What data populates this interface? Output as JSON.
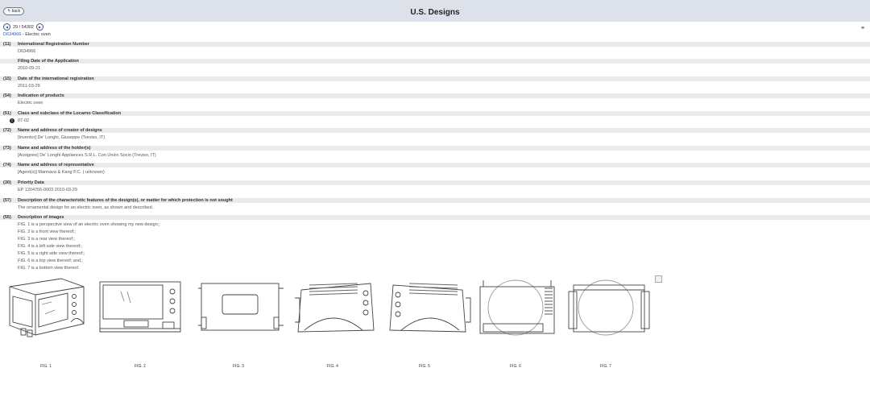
{
  "header": {
    "back_label": "back",
    "title": "U.S. Designs"
  },
  "pager": {
    "text": "29 / 54302"
  },
  "breadcrumb": {
    "design_id": "D634966",
    "suffix": " - Electric oven"
  },
  "sections": [
    {
      "num": "(11)",
      "label": "International Registration Number",
      "value": "D634966"
    },
    {
      "num": "",
      "label": "Filing Date of the Application",
      "value": "2010-09-21"
    },
    {
      "num": "(15)",
      "label": "Date of the international registration",
      "value": "2011-03-29"
    },
    {
      "num": "(54)",
      "label": "Indication of products",
      "value": "Electric oven"
    },
    {
      "num": "(51)",
      "label": "Class and subclass of the Locarno Classification",
      "value": "07-02"
    },
    {
      "num": "(72)",
      "label": "Name and address of creator of designs",
      "value": "[Inventor] De' Longhi, Giuseppe (Treviso, IT)"
    },
    {
      "num": "(73)",
      "label": "Name and address of the holder(s)",
      "value": "[Assignee] De' Longhi Appliances S.R.L. Con Unico Socio (Treviso, IT)"
    },
    {
      "num": "(74)",
      "label": "Name and address of representative",
      "value": "[Agent(s)] Mannava & Kang P.C. ( unknown)"
    },
    {
      "num": "(30)",
      "label": "Priority Data",
      "value": "EP 1204766-0003 2010-03-29"
    },
    {
      "num": "(57)",
      "label": "Description of the characteristic features of the design(s), or matter for which protection is not sought",
      "value": "The ornamental design for an electric oven, as shown and described."
    }
  ],
  "images_section": {
    "num": "(55)",
    "label": "Description of images",
    "lines": [
      "FIG. 1 is a perspective view of an electric oven showing my new design;;",
      "FIG. 2 is a front view thereof;;",
      "FIG. 3 is a rear view thereof;;",
      "FIG. 4 is a left side view thereof;;",
      "FIG. 5 is a right side view thereof;;",
      "FIG. 6 is a top view thereof; and,;",
      "FIG. 7 is a bottom view thereof."
    ]
  },
  "figures": [
    "FIG. 1",
    "FIG. 2",
    "FIG. 3",
    "FIG. 4",
    "FIG. 5",
    "FIG. 6",
    "FIG. 7"
  ],
  "icons": {
    "back": "back-arrow-icon",
    "prev": "chevron-left-icon",
    "next": "chevron-right-icon",
    "link": "link-icon",
    "info": "info-icon"
  }
}
